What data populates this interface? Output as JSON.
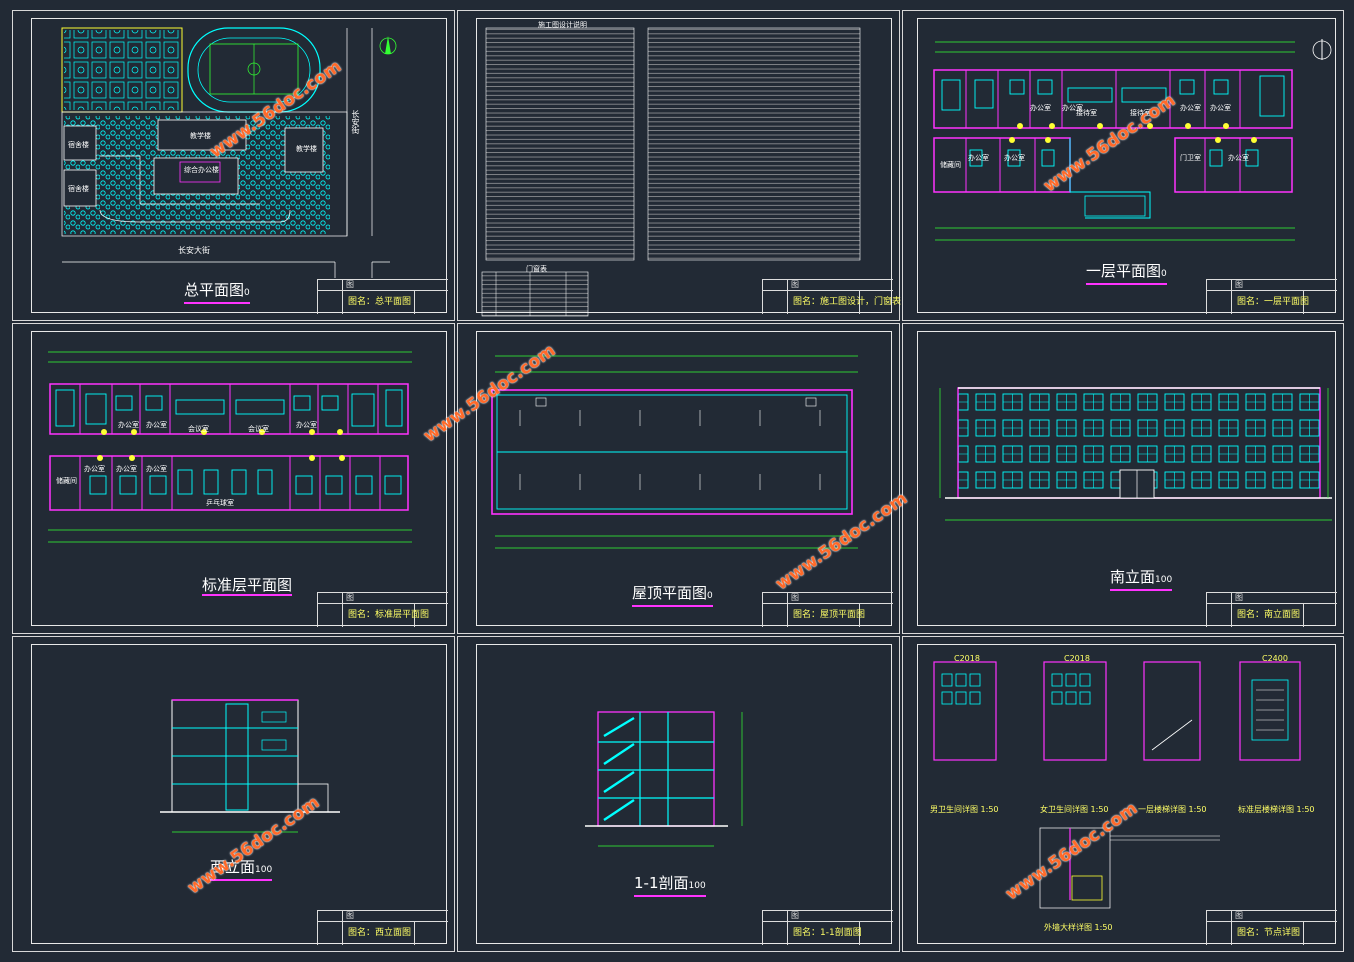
{
  "sheets": {
    "site_plan": {
      "caption": "总平面图",
      "caption_scale": "0",
      "title_block": "图名：总平面图",
      "labels": [
        "宿舍楼",
        "宿舍楼",
        "教学楼",
        "教学楼",
        "综合办公楼"
      ],
      "road": "长安大街",
      "road_side": "长安街"
    },
    "design_notes": {
      "heading": "施工图设计说明",
      "title_block": "图名：施工图设计，门窗表",
      "table_heading": "门窗表"
    },
    "first_floor": {
      "caption": "一层平面图",
      "caption_scale": "0",
      "title_block": "图名：一层平面图",
      "rooms": [
        "办公室",
        "办公室",
        "接待室",
        "接待室",
        "办公室",
        "办公室",
        "储藏间",
        "办公室",
        "办公室",
        "门卫室",
        "办公室"
      ]
    },
    "typical_floor": {
      "caption": "标准层平面图",
      "title_block": "图名：标准层平面图",
      "rooms": [
        "办公室",
        "办公室",
        "会议室",
        "会议室",
        "办公室",
        "储藏间",
        "办公室",
        "办公室",
        "办公室",
        "乒乓球室"
      ]
    },
    "roof_plan": {
      "caption": "屋顶平面图",
      "caption_scale": "0",
      "title_block": "图名：屋顶平面图"
    },
    "south_elevation": {
      "caption": "南立面",
      "caption_scale": "100",
      "title_block": "图名：南立面图"
    },
    "west_elevation": {
      "caption": "西立面",
      "caption_scale": "100",
      "title_block": "图名：西立面图"
    },
    "section": {
      "caption": "1-1剖面",
      "caption_scale": "100",
      "title_block": "图名：1-1剖面图"
    },
    "details": {
      "title_block": "图名：节点详图",
      "labels": [
        "C2018",
        "C2018",
        "C2400",
        "男卫生间详图 1:50",
        "女卫生间详图 1:50",
        "一层楼梯详图 1:50",
        "标准层楼梯详图 1:50",
        "外墙大样详图 1:50"
      ]
    }
  },
  "watermark": "www.56doc.com",
  "colors": {
    "background": "#222a35",
    "line": "#00ffff",
    "wall": "#ff33ff",
    "dim": "#33ff33",
    "text": "#ffffff",
    "watermark": "#ff6a2a"
  }
}
